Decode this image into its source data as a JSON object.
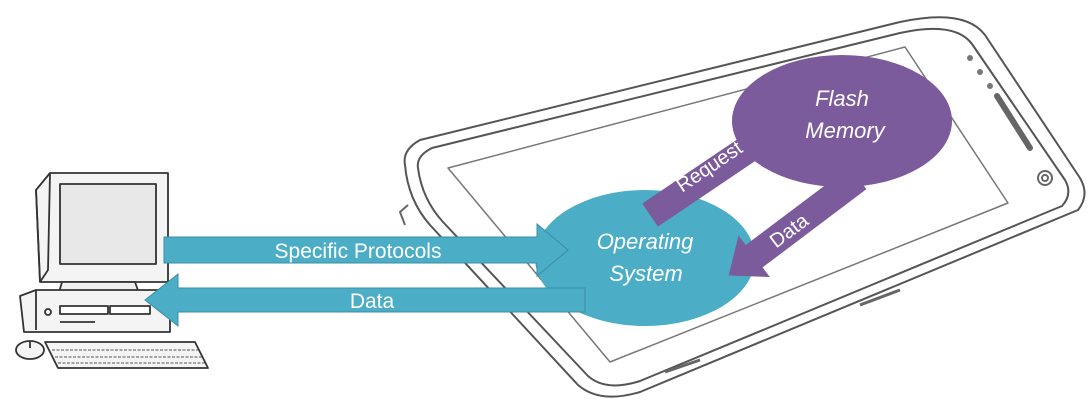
{
  "labels": {
    "specific_protocols": "Specific Protocols",
    "data_to_computer": "Data",
    "operating_system_line1": "Operating",
    "operating_system_line2": "System",
    "flash_memory_line1": "Flash",
    "flash_memory_line2": "Memory",
    "request": "Request",
    "data_to_os": "Data"
  },
  "icons": {
    "computer": "desktop-computer-icon",
    "phone": "smartphone-outline-icon"
  },
  "colors": {
    "arrow_teal": "#4badc6",
    "arrow_teal_stroke": "#3a8ea5",
    "os_ellipse": "#4badc6",
    "flash_ellipse": "#7b5b9c",
    "purple_arrow": "#7b5b9c",
    "line_art": "#555555"
  }
}
